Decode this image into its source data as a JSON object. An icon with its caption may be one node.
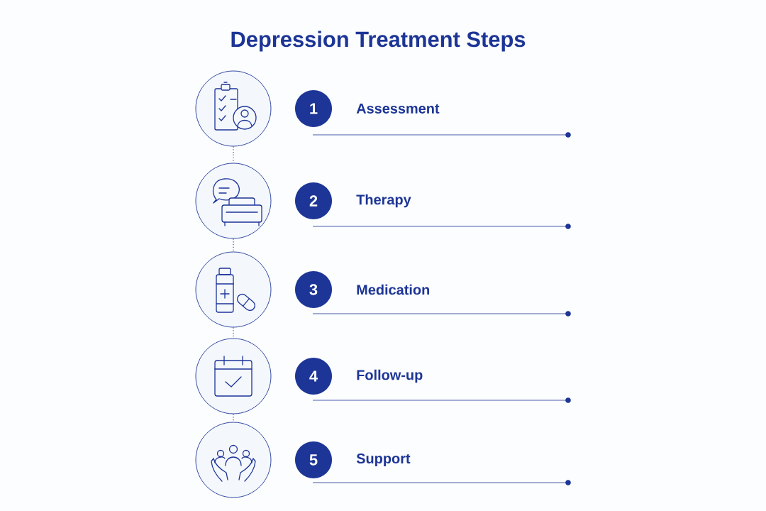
{
  "diagram": {
    "title": "Depression Treatment Steps",
    "nodes": [
      {
        "text": [],
        "shape": "circle"
      },
      {
        "text": [],
        "shape": "circle"
      },
      {
        "text": [],
        "shape": "circle"
      },
      {
        "text": [],
        "shape": "circle"
      },
      {
        "text": [],
        "shape": "circle"
      },
      {
        "text": [
          "1"
        ],
        "beside": [
          "Assessment"
        ]
      },
      {
        "text": [
          "2"
        ],
        "beside": [
          "Therapy"
        ]
      },
      {
        "text": [
          "3"
        ],
        "beside": [
          "Medication"
        ]
      },
      {
        "text": [
          "4"
        ],
        "beside": [
          "Follow-up"
        ]
      },
      {
        "text": [
          "5"
        ],
        "beside": [
          "Support"
        ]
      }
    ],
    "edges": [
      {
        "from": 0,
        "to": 1,
        "arrow": "none",
        "style": "dashed"
      },
      {
        "from": 1,
        "to": 2,
        "arrow": "none",
        "style": "dashed"
      },
      {
        "from": 2,
        "to": 3,
        "arrow": "none",
        "style": "dashed"
      },
      {
        "from": 3,
        "to": 4,
        "arrow": "none",
        "style": "dashed"
      }
    ]
  }
}
